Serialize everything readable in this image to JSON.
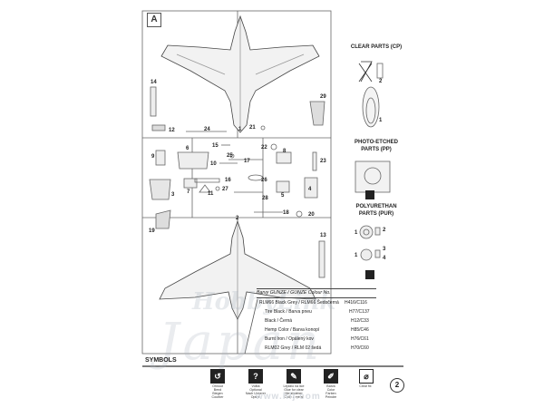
{
  "sheet_letter": "A",
  "sections": {
    "clear_parts": "CLEAR PARTS (CP)",
    "photo_etched_1": "PHOTO-ETCHED",
    "photo_etched_2": "PARTS  (PP)",
    "polyurethan_1": "POLYURETHAN",
    "polyurethan_2": "PARTS  (PUR)",
    "symbols": "SYMBOLS"
  },
  "part_numbers": {
    "p1a": "1",
    "p2a": "2",
    "p3": "3",
    "p4": "4",
    "p5": "5",
    "p6": "6",
    "p7": "7",
    "p8": "8",
    "p9": "9",
    "p10": "10",
    "p11": "11",
    "p12": "12",
    "p13": "13",
    "p14": "14",
    "p15": "15",
    "p16": "16",
    "p17": "17",
    "p18": "18",
    "p19": "19",
    "p20": "20",
    "p21": "21",
    "p22": "22",
    "p23": "23",
    "p24": "24",
    "p25": "25",
    "p26": "26",
    "p27": "27",
    "p28": "28",
    "p29": "29",
    "cp1": "1",
    "cp2": "2",
    "pur1a": "1",
    "pur1b": "1",
    "pur2": "2",
    "pur3": "3",
    "pur4": "4"
  },
  "paint_table": {
    "header": "Barvy GUNZE / GUNZE      Colour No.",
    "rows": [
      {
        "name": "RLM66 Black Grey / RLM66 Šedočerná",
        "code": "H416/C116"
      },
      {
        "name": "Tire Black / Barva pneu",
        "code": "H77/C137"
      },
      {
        "name": "Black / Černá",
        "code": "H12/C33"
      },
      {
        "name": "Hemp Color / Barva konopí",
        "code": "H85/C46"
      },
      {
        "name": "Burnt Iron / Opálený kov",
        "code": "H76/C61"
      },
      {
        "name": "RLM02 Grey / RLM 02 šedá",
        "code": "H70/C60"
      }
    ]
  },
  "symbols": [
    {
      "text": "Ohnout\nBend\nBiegen\nCourber"
    },
    {
      "text": "Volba\nOptional\nNach Unserer\nOption"
    },
    {
      "text": "Lepidlo na lice\nGlue for clear\nMetallkleber\nColle à métal"
    },
    {
      "text": "Barva\nColor\nFarben\nPeindre"
    },
    {
      "text": "Clear fix"
    }
  ],
  "page_number": "2",
  "watermark": {
    "brand": "HobbyLink",
    "script": "Japan",
    "url": "www.hlj.com"
  }
}
